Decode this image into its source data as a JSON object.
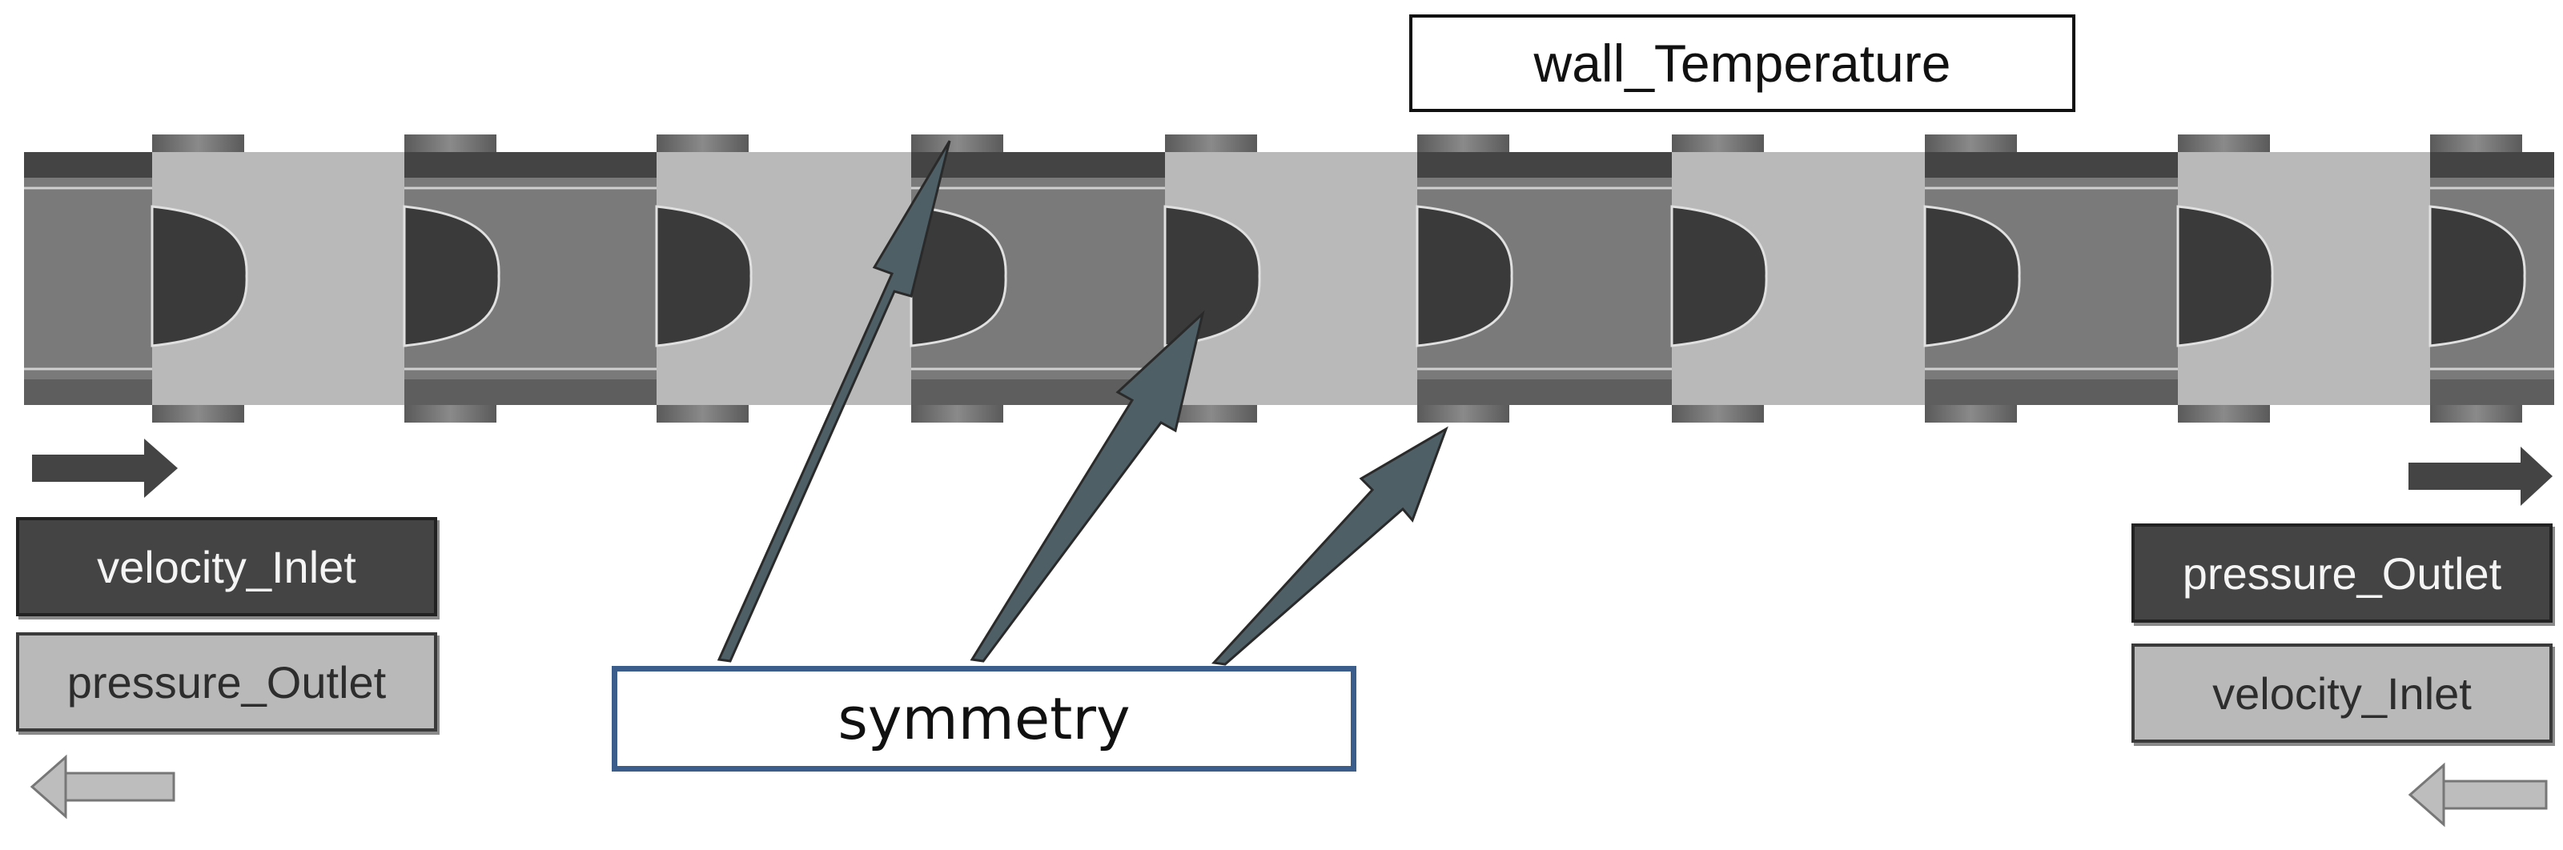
{
  "labels": {
    "wall_temperature": "wall_Temperature",
    "symmetry": "symmetry",
    "left_velocity_inlet": "velocity_Inlet",
    "left_pressure_outlet": "pressure_Outlet",
    "right_pressure_outlet": "pressure_Outlet",
    "right_velocity_inlet": "velocity_Inlet"
  },
  "colors": {
    "dark_gray": "#444444",
    "mid_gray": "#7a7a7a",
    "light_gray": "#b9b9b9",
    "arrow_teal": "#4e5f66",
    "symmetry_border": "#3a5d8c"
  },
  "channel": {
    "segment_count": 10,
    "bump_count": 10
  }
}
